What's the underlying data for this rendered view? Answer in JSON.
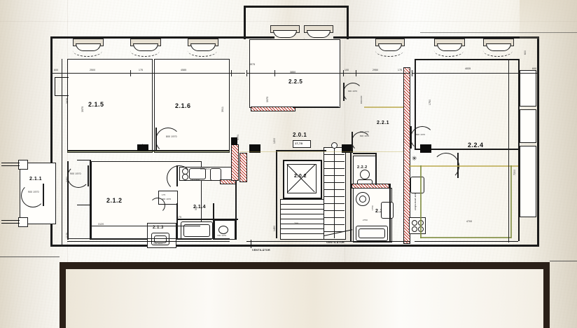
{
  "document": {
    "kind": "architectural-floor-plan",
    "medium": "photographed paper blueprint",
    "level_note": "2",
    "frame_color": "#2b2018",
    "paper_color": "#faf8f3",
    "ink_color": "#1a1a1a",
    "new_wall_color": "#c0392b",
    "annotation_colors": {
      "yellow_service_line": "#b9a84b",
      "green_service_line": "#7d8b3d",
      "demolition_hatch": "#c0392b"
    }
  },
  "rooms": [
    {
      "id": "2.1.1",
      "label": "2.1.1",
      "type": "entry-vestibule"
    },
    {
      "id": "2.1.2",
      "label": "2.1.2",
      "type": "living-room"
    },
    {
      "id": "2.1.3",
      "label": "2.1.3",
      "type": "wc"
    },
    {
      "id": "2.1.4",
      "label": "2.1.4",
      "type": "hall-kitchen"
    },
    {
      "id": "2.1.5",
      "label": "2.1.5",
      "type": "bedroom"
    },
    {
      "id": "2.1.6",
      "label": "2.1.6",
      "type": "bedroom"
    },
    {
      "id": "2.0.1",
      "label": "2.0.1",
      "type": "stair-landing"
    },
    {
      "id": "2.0.2",
      "label": "2.0.2",
      "type": "elevator-shaft"
    },
    {
      "id": "2.2.1",
      "label": "2.2.1",
      "type": "hall"
    },
    {
      "id": "2.2.2",
      "label": "2.2.2",
      "type": "wc"
    },
    {
      "id": "2.2.3",
      "label": "2.2.3",
      "type": "bathroom"
    },
    {
      "id": "2.2.4",
      "label": "2.2.4",
      "type": "living-room"
    },
    {
      "id": "2.2.5",
      "label": "2.2.5",
      "type": "bedroom"
    }
  ],
  "annotations": [
    {
      "id": "vent-left",
      "text": "VENTILÁTOR"
    },
    {
      "id": "vent-center",
      "text": "VENTILÁTOR"
    },
    {
      "id": "area-2.0.1",
      "text": "17,78"
    }
  ],
  "dimensions": {
    "top_chain_left": [
      "600",
      "2500",
      "175",
      "4585"
    ],
    "top_chain_center": [
      "3975",
      "3850",
      "100",
      "2950",
      "175"
    ],
    "top_chain_right": [
      "4835",
      "600"
    ],
    "left_chain": [
      "3975",
      "3911",
      "5770",
      "3450",
      "1175"
    ],
    "right_chain": [
      "1750",
      "7200",
      "600"
    ],
    "interior": [
      "600",
      "800",
      "900",
      "1970",
      "1750",
      "1975",
      "2000",
      "2100",
      "2195",
      "3120",
      "3850",
      "4700",
      "4835",
      "100",
      "115",
      "175",
      "500",
      "700",
      "1200",
      "1450",
      "1545",
      "1575",
      "2750",
      "1100",
      "800/600",
      "1510/600",
      "2190",
      "900/1970",
      "800/1970",
      "700/1970",
      "600/1970"
    ],
    "door_tags": [
      "900 1970",
      "800 1970",
      "700 1970",
      "600 1970",
      "800/600",
      "1510/600"
    ]
  },
  "symbols": {
    "elevator": "x-crossed-square",
    "stairs": "straight-flight-with-risers",
    "stove": "four-burner-hob",
    "sink": "single-bowl-sink",
    "bathtub": "bathtub",
    "wc": "toilet",
    "washbasin": "washbasin",
    "radiator_mark": "asterisk",
    "window": "bay-window-with-swing-arc",
    "door": "quarter-circle-swing"
  },
  "legend_hints": {
    "black_fill": "existing load-bearing wall / column",
    "red_hatch": "new masonry wall",
    "thin_double_line": "window glazing"
  }
}
